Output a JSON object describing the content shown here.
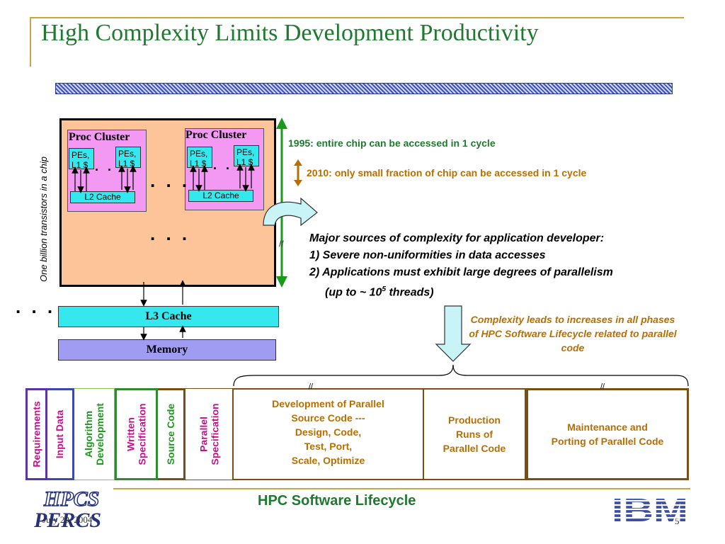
{
  "title": "High Complexity Limits Development Productivity",
  "chip": {
    "side_label": "One billion transistors in a chip",
    "cluster_label": "Proc Cluster",
    "pe_label": "PEs,\nL1 $",
    "l2_label": "L2 Cache",
    "dots": ". . .",
    "small_dots": ". . ."
  },
  "l3_label": "L3 Cache",
  "memory_label": "Memory",
  "note_1995": "1995: entire chip can be accessed in 1 cycle",
  "note_2010": "2010: only small fraction of chip can be accessed in 1 cycle",
  "complexity": {
    "heading": "Major sources of complexity for application developer:",
    "item1": "1) Severe non-uniformities in data accesses",
    "item2": "2) Applications must exhibit large degrees of parallelism",
    "item2b_pre": "(up to ~ 10",
    "item2b_sup": "5",
    "item2b_post": " threads)"
  },
  "lifecycle_note": "Complexity leads to increases in all phases of HPC Software Lifecycle related to parallel code",
  "lifecycle": {
    "requirements": "Requirements",
    "input_data": "Input Data",
    "algorithm": "Algorithm\nDevelopment",
    "written_spec": "Written\nSpecification",
    "source_code": "Source Code",
    "parallel_spec": "Parallel\nSpecification",
    "development": "Development of Parallel\nSource Code ---\nDesign, Code,\nTest, Port,\nScale, Optimize",
    "production": "Production\nRuns of\nParallel Code",
    "maintenance": "Maintenance and\nPorting of Parallel Code",
    "break_mark": "//"
  },
  "lifecycle_title": "HPC Software Lifecycle",
  "footer": {
    "date": "July 29, 2004",
    "page": "5",
    "logo_left": "HPCS PERCS",
    "logo_right": "IBM"
  },
  "colors": {
    "title_green": "#1e7a2e",
    "orange": "#b86e00",
    "chip_fill": "#fdc49a",
    "cluster_fill": "#f398f3",
    "cache_cyan": "#35e8ee",
    "memory_fill": "#9f9cf2",
    "ibm_blue": "#3d4fa3"
  }
}
